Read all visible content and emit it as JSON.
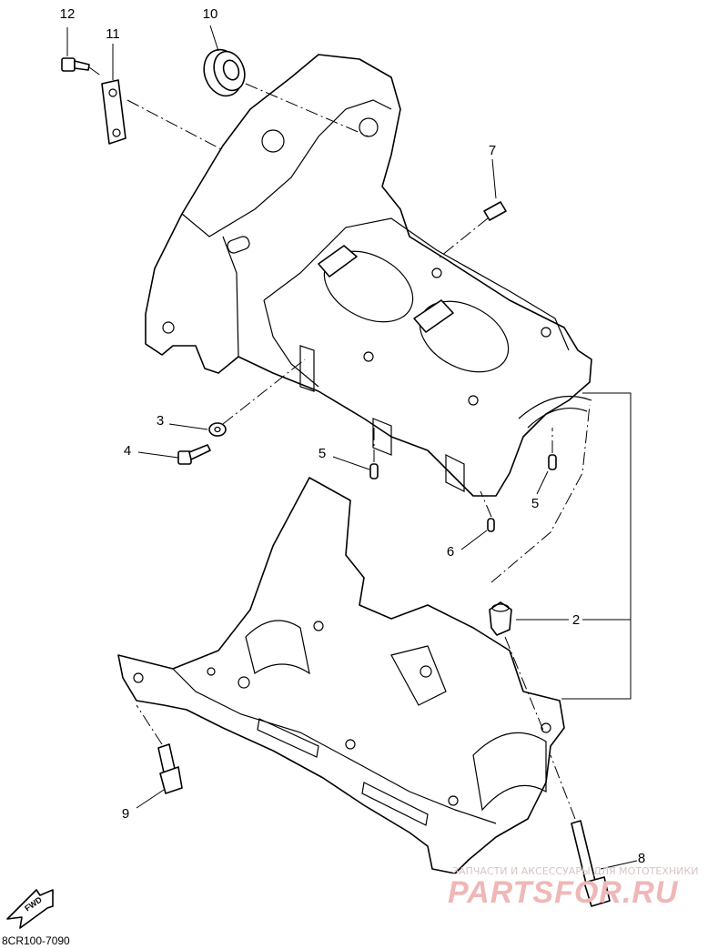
{
  "callouts": [
    {
      "id": "1",
      "label": "12"
    },
    {
      "id": "2",
      "label": "11"
    },
    {
      "id": "3",
      "label": "10"
    },
    {
      "id": "4",
      "label": "7"
    },
    {
      "id": "5",
      "label": "3"
    },
    {
      "id": "6",
      "label": "4"
    },
    {
      "id": "7",
      "label": "5"
    },
    {
      "id": "8",
      "label": "5"
    },
    {
      "id": "9",
      "label": "6"
    },
    {
      "id": "10",
      "label": "2"
    },
    {
      "id": "11",
      "label": "9"
    },
    {
      "id": "12",
      "label": "8"
    }
  ],
  "diagram_code": "8CR100-7090",
  "fwd_label": "FWD",
  "watermark": {
    "tagline": "ЗАПЧАСТИ И АКСЕССУАРЫ ДЛЯ МОТОТЕХНИКИ",
    "brand": "PARTSFOR.RU"
  }
}
